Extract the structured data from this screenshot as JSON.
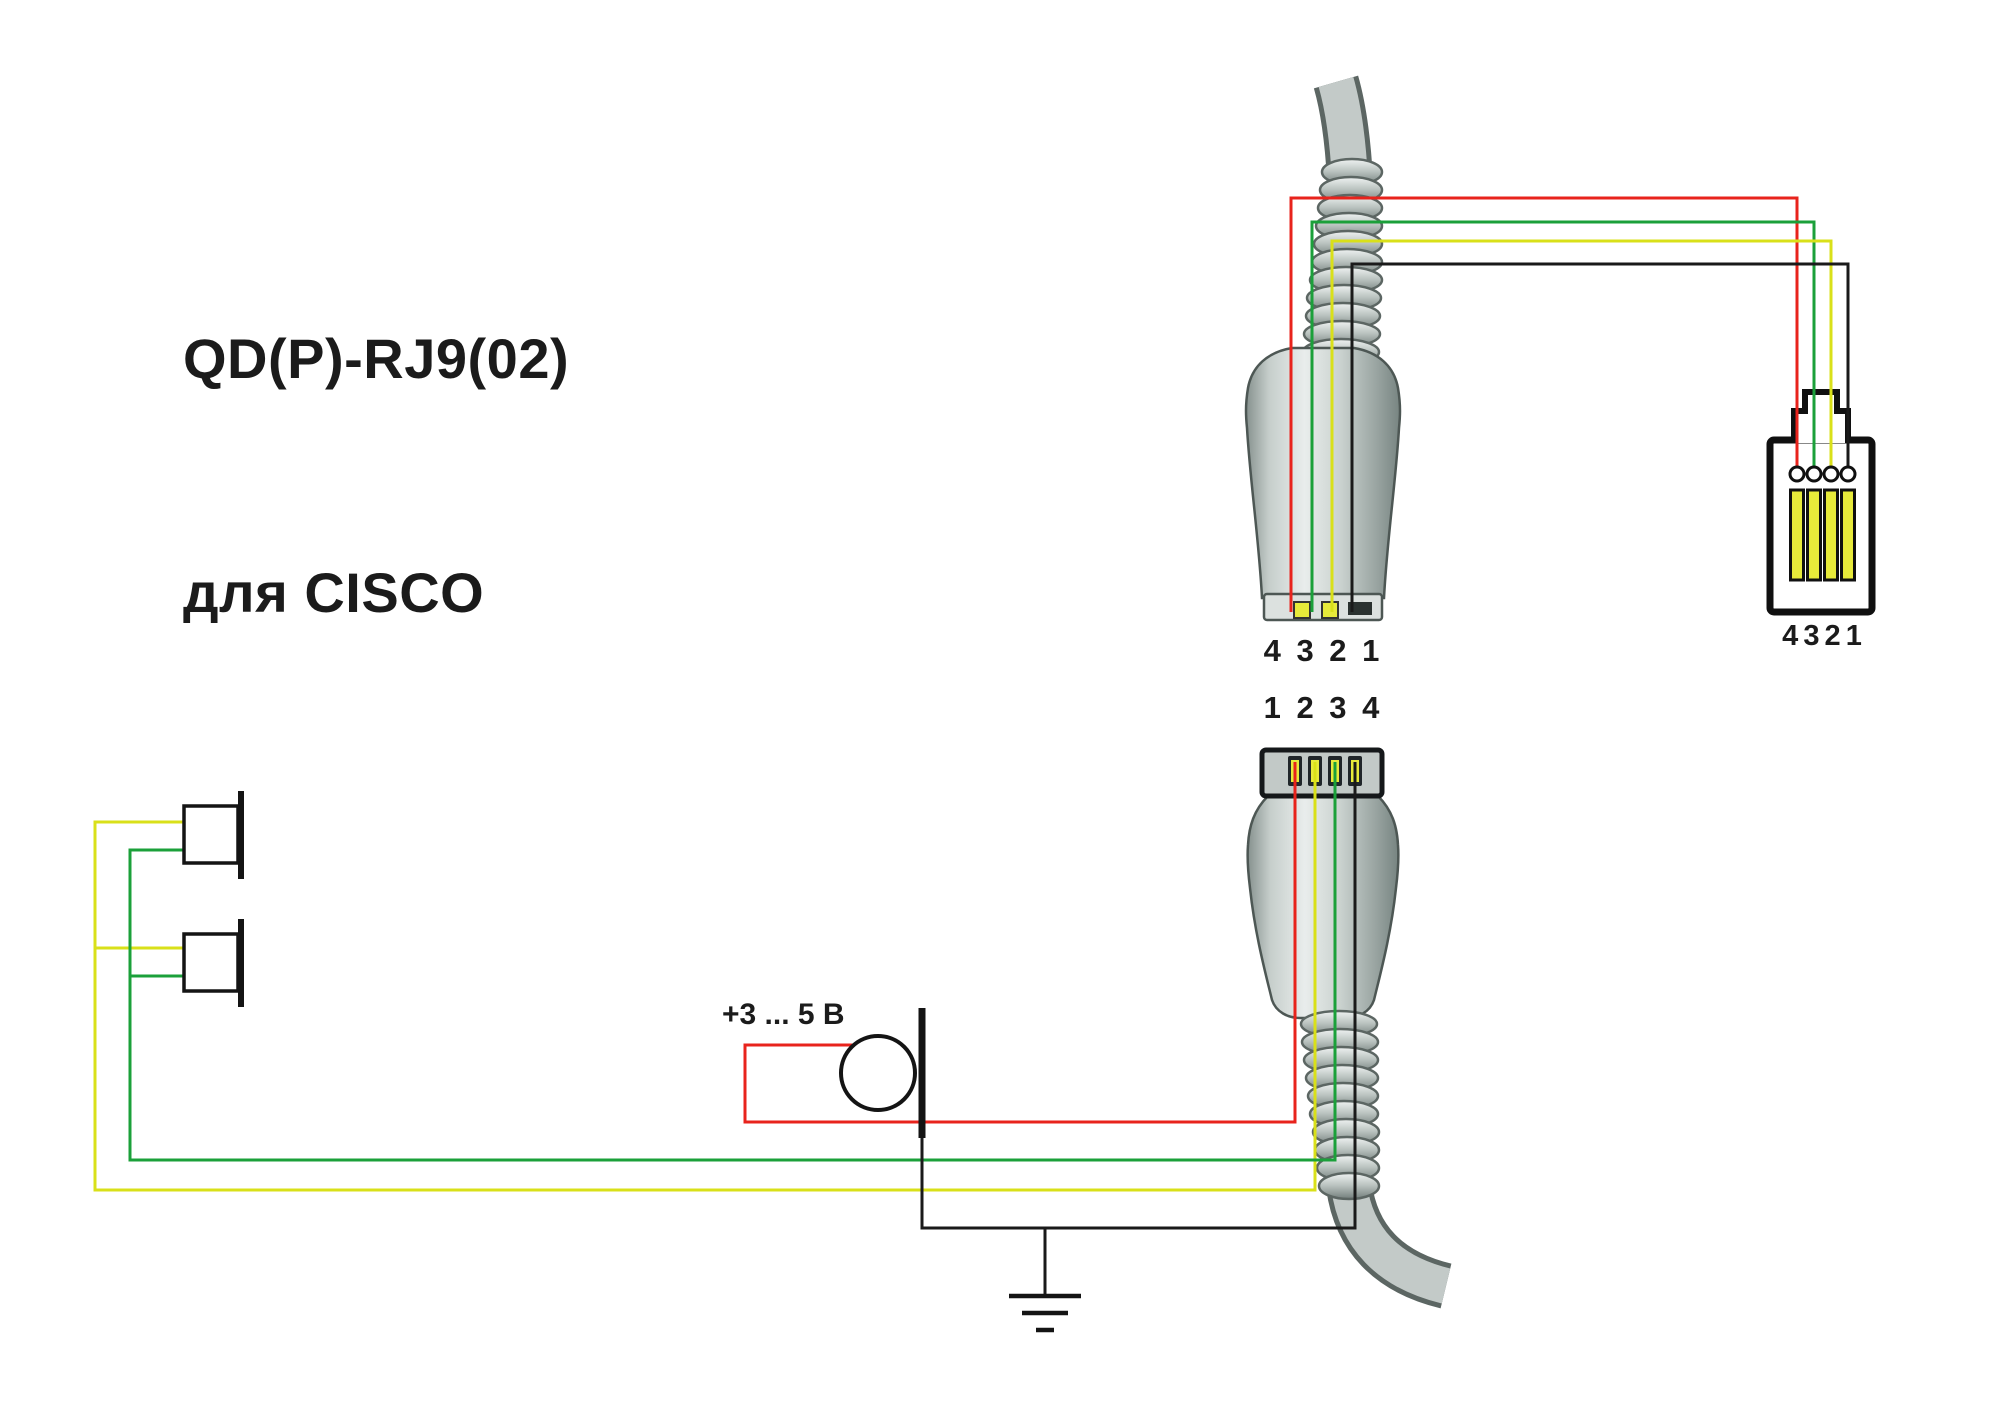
{
  "title": {
    "line1": "QD(P)-RJ9(02)",
    "line2": "для CISCO"
  },
  "connectors": {
    "qd_top": {
      "pin_labels": "4 3 2 1"
    },
    "qd_bottom": {
      "pin_labels": "1 2 3 4"
    },
    "rj9": {
      "pin_labels": "4 3 2 1"
    }
  },
  "mic": {
    "voltage_label": "+3 ... 5 В"
  },
  "colors": {
    "wire-red": "#e8231c",
    "wire-green": "#1ba03a",
    "wire-yellow": "#d9e019",
    "wire-black": "#1a1a1a",
    "contact-yellow": "#e7ea3a",
    "body-light": "#e9edec",
    "body-dark": "#778481"
  }
}
